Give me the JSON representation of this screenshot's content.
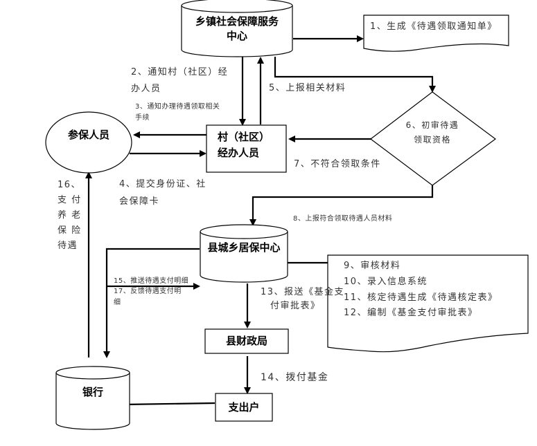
{
  "nodes": {
    "township_center": {
      "line1": "乡镇社会保障服务",
      "line2": "中心"
    },
    "village_staff": {
      "line1": "村（社区）",
      "line2": "经办人员"
    },
    "insured": {
      "label": "参保人员"
    },
    "initial_review": {
      "line1": "6、初审待遇",
      "line2": "领取资格"
    },
    "county_center": {
      "label": "县城乡居保中心"
    },
    "county_finance": {
      "label": "县财政局"
    },
    "expense_account": {
      "label": "支出户"
    },
    "bank": {
      "label": "银行"
    }
  },
  "documents": {
    "notice_doc": {
      "line1": "1、生成《待遇领取通知单》"
    },
    "county_tasks": {
      "lines": [
        "9、审核材料",
        "10、录入信息系统",
        "11、核定待遇生成《待遇核定表》",
        "12、编制《基金支付审批表》"
      ]
    }
  },
  "labels": {
    "step2": {
      "line1": "2、通知村（社区）经",
      "line2": "办人员"
    },
    "step3": {
      "line1": "3、通知办理待遇领取相关",
      "line2": "手续"
    },
    "step4": {
      "line1": "4、提交身份证、社",
      "line2": "会保障卡"
    },
    "step5": "5、上报相关材料",
    "step7": "7、不符合领取条件",
    "step8": "8、上报符合领取待遇人员材料",
    "step13": {
      "line1": "13、报送《基金支",
      "line2": "付审批表》"
    },
    "step14": "14、拨付基金",
    "step15": "15、推送待遇支付明细",
    "step17": {
      "line1": "17、反馈待遇支付明",
      "line2": "细"
    },
    "step16": {
      "lines": [
        "16、",
        "支 付",
        "养 老",
        "保 险",
        "待遇"
      ]
    }
  }
}
